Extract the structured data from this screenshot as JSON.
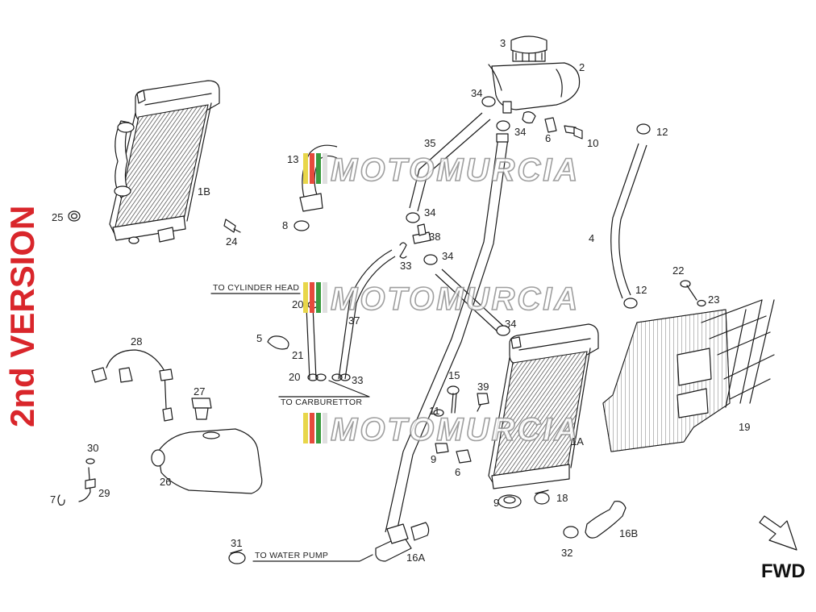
{
  "version_label": "2nd VERSION",
  "fwd_label": "FWD",
  "watermark_text": "MOTOMURCIA",
  "watermark_colors": [
    "#e8d64a",
    "#e64a3c",
    "#3a9b3f",
    "#e8e8e8"
  ],
  "colors": {
    "version": "#d9262b",
    "line": "#1a1a1a"
  },
  "notes": {
    "cylinder_head": "TO CYLINDER HEAD",
    "carburettor": "TO CARBURETTOR",
    "water_pump": "TO WATER PUMP"
  },
  "callouts": {
    "c1A": "1A",
    "c1B": "1B",
    "c2": "2",
    "c3": "3",
    "c4": "4",
    "c5": "5",
    "c6a": "6",
    "c6b": "6",
    "c7": "7",
    "c8": "8",
    "c9a": "9",
    "c9b": "9",
    "c10": "10",
    "c11": "11",
    "c12a": "12",
    "c12b": "12",
    "c13": "13",
    "c15": "15",
    "c16A": "16A",
    "c16B": "16B",
    "c18": "18",
    "c19": "19",
    "c20a": "20",
    "c20b": "20",
    "c21": "21",
    "c22": "22",
    "c23": "23",
    "c24": "24",
    "c25": "25",
    "c26": "26",
    "c27": "27",
    "c28": "28",
    "c29": "29",
    "c30": "30",
    "c31": "31",
    "c32": "32",
    "c33a": "33",
    "c33b": "33",
    "c34a": "34",
    "c34b": "34",
    "c34c": "34",
    "c34d": "34",
    "c34e": "34",
    "c35": "35",
    "c37": "37",
    "c38": "38",
    "c39": "39"
  }
}
